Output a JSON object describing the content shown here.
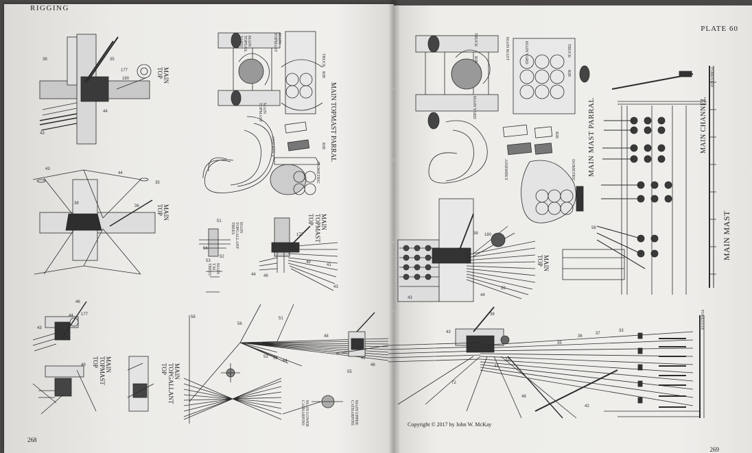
{
  "page_left": {
    "running_head": "RIGGING",
    "page_number": "268",
    "labels": {
      "main_top": "MAIN\nTOP",
      "main_top_2": "MAIN\nTOP",
      "main_topmast_top": "MAIN\nTOPMAST\nTOP",
      "main_topgallant_top": "MAIN\nTOPGALLANT\nTOP",
      "main_topmast_parral": "MAIN TOPMAST PARRAL",
      "main_topmast_top_2": "MAIN\nTOPMAST\nTOP",
      "main_topgallant_trestle": "MAIN\nTOPGALLANT\nTREES",
      "main_topgallant_trees": "MAIN\nT.M.\nTREES",
      "main_topsail_yard": "MAIN\nTOPSAIL\nYARD",
      "main_topmast_label": "MAIN\nTOPMAST",
      "main_topmast_label_b": "MAIN\nTOPMAST",
      "rib": "RIB",
      "rib_2": "RIB",
      "truck": "TRUCK",
      "assembly": "ASSEMBLY",
      "isometric": "ISOMETRIC",
      "main_lower_catharpins": "MAIN LOWER\nCATHARPINS",
      "main_upper_catharpins": "MAIN UPPER\nCATHARPINS"
    },
    "callouts": [
      "38",
      "43",
      "44",
      "35",
      "177",
      "180",
      "43",
      "38",
      "44",
      "36",
      "35",
      "43",
      "44",
      "46",
      "177",
      "49",
      "51",
      "56",
      "53",
      "52",
      "44",
      "48",
      "177",
      "49",
      "41",
      "43",
      "58",
      "56",
      "51",
      "53",
      "55",
      "54",
      "48",
      "49",
      "46",
      "55"
    ]
  },
  "page_right": {
    "running_head": "PLATE 60",
    "page_number": "269",
    "copyright": "Copyright © 2017 by John W. McKay",
    "labels": {
      "main_mast": "MAIN MAST",
      "main_mast_parral": "MAIN MAST PARRAL",
      "main_channel": "MAIN CHANNEL",
      "main_top": "MAIN\nTOP",
      "main_yard": "MAIN YARD",
      "main_yard_2": "MAIN YARD",
      "main_mast_small": "MAIN MAST",
      "truck": "TRUCK",
      "truck_2": "TRUCK",
      "rib": "RIB",
      "rib_2": "RIB",
      "rib_3": "RIB",
      "assembly": "ASSEMBLY",
      "isometric": "ISOMETRIC",
      "forestay": "FORESTAY",
      "forestay_2": "FORESTAY"
    },
    "callouts": [
      "38",
      "180",
      "43",
      "44",
      "33",
      "43",
      "38",
      "44",
      "33",
      "72",
      "42",
      "48",
      "35",
      "36",
      "37",
      "33",
      "58"
    ]
  }
}
